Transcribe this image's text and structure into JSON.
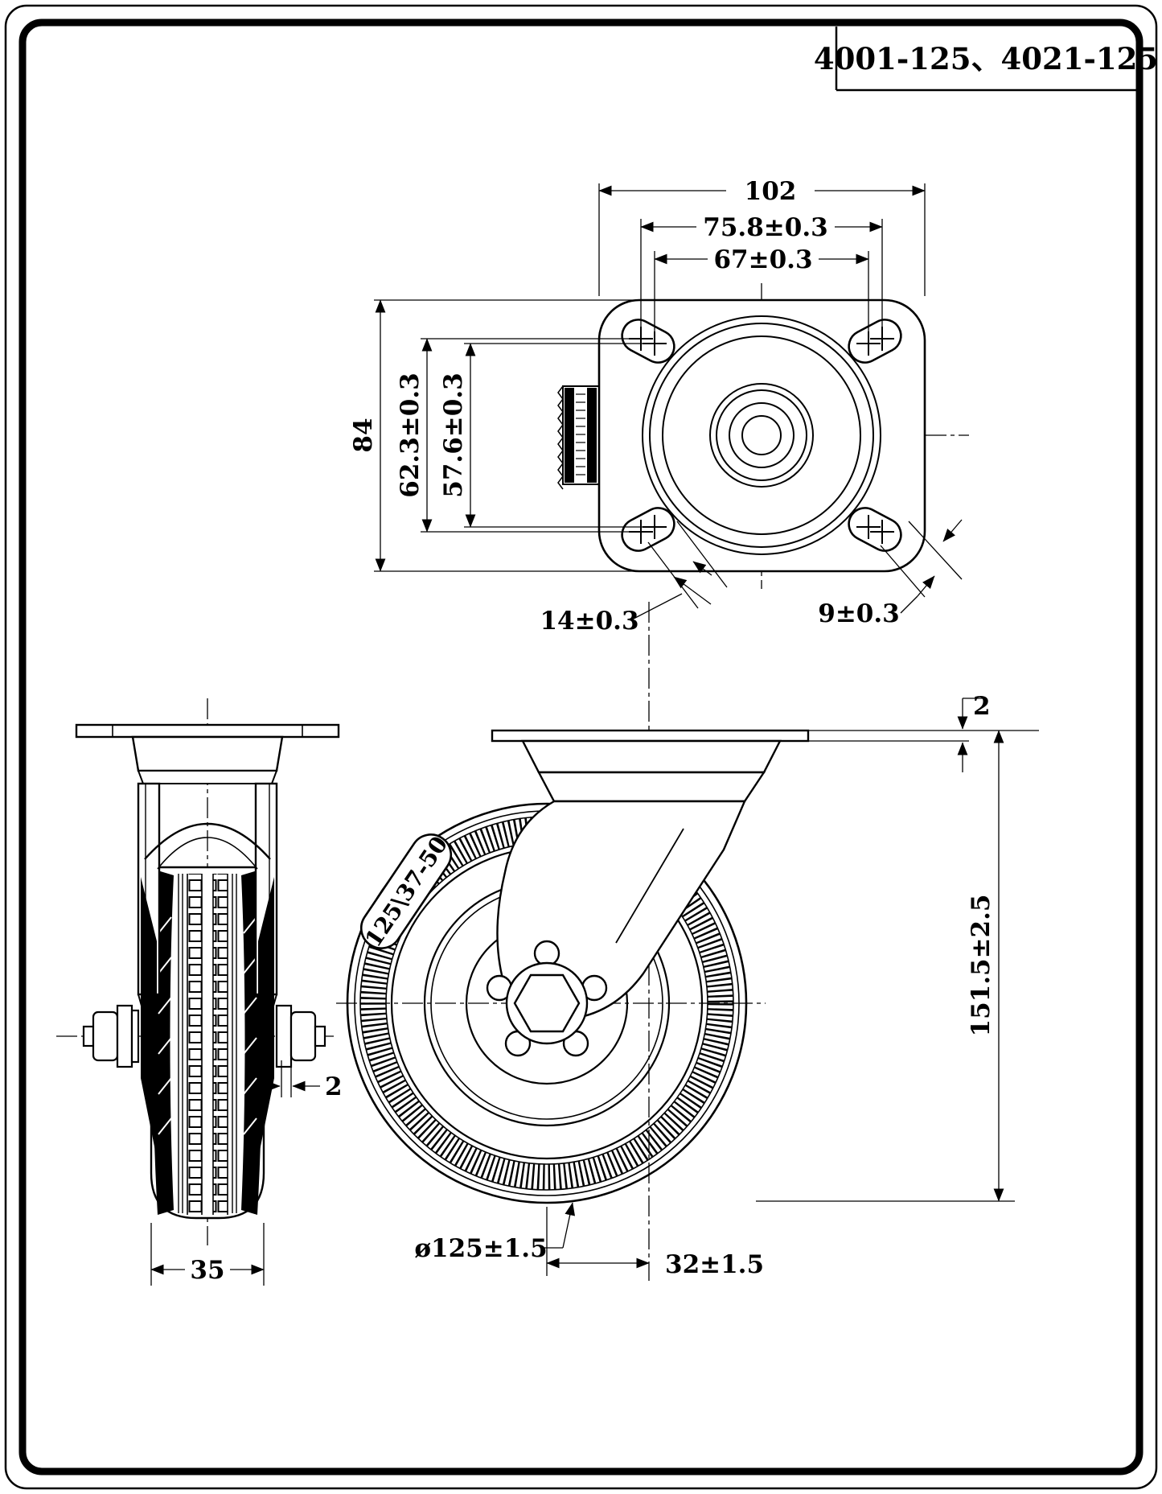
{
  "colors": {
    "ink": "#000000",
    "paper": "#ffffff"
  },
  "title_block": {
    "model_numbers": "4001-125、4021-125"
  },
  "top_view": {
    "plate_width": "102",
    "bolt_spacing_horizontal_outer": "75.8±0.3",
    "bolt_spacing_horizontal_inner": "67±0.3",
    "plate_depth": "84",
    "bolt_spacing_vertical_outer": "62.3±0.3",
    "bolt_spacing_vertical_inner": "57.6±0.3",
    "slot_length": "14±0.3",
    "slot_width": "9±0.3"
  },
  "side_view": {
    "tread_edge_thickness": "2",
    "wheel_width": "35"
  },
  "front_view": {
    "plate_thickness": "2",
    "overall_height": "151.5±2.5",
    "wheel_diameter": "ø125±1.5",
    "swivel_offset": "32±1.5",
    "wheel_marking": "125\\37-50"
  }
}
